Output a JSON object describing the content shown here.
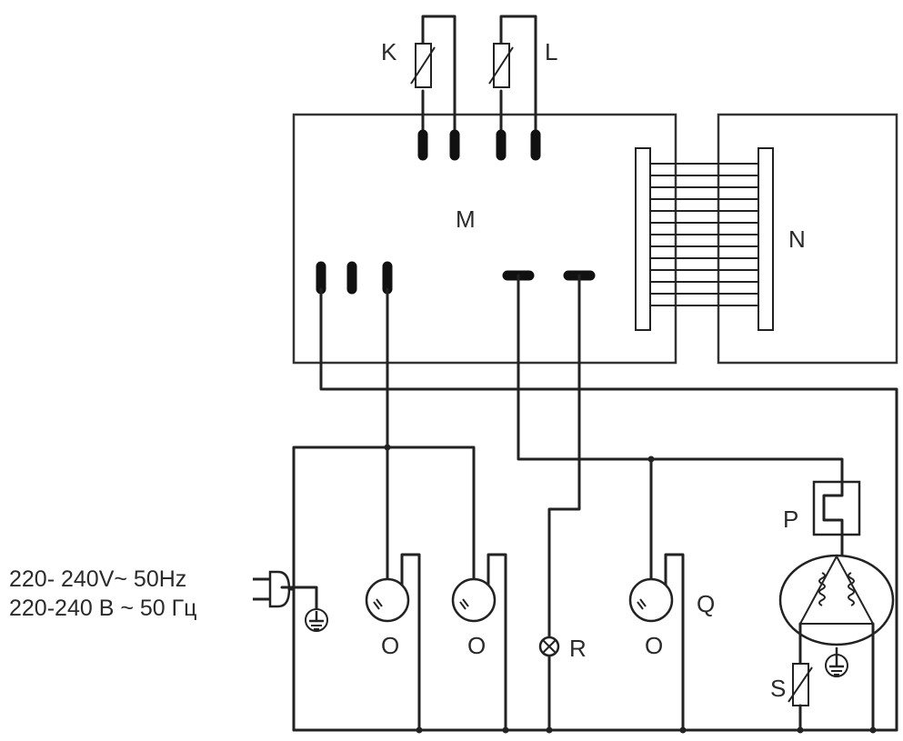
{
  "supply": {
    "line1": "220- 240V~ 50Hz",
    "line2": "220-240 В ~ 50 Гц"
  },
  "labels": {
    "K": "K",
    "L": "L",
    "M": "M",
    "N": "N",
    "O1": "O",
    "O2": "O",
    "O3": "O",
    "P": "P",
    "Q": "Q",
    "R": "R",
    "S": "S"
  }
}
